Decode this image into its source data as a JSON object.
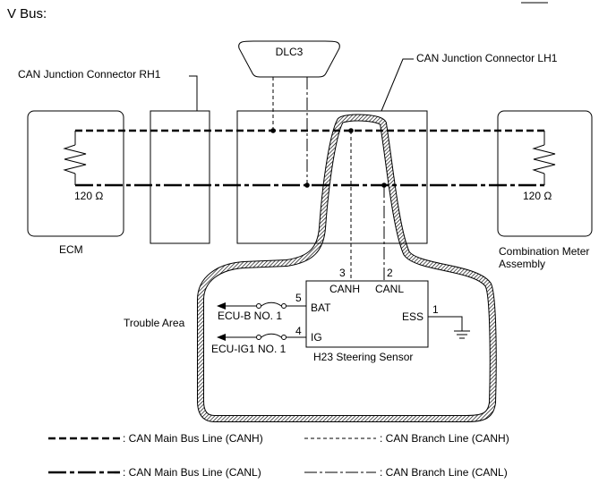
{
  "title": "V Bus:",
  "components": {
    "dlc3": "DLC3",
    "junction_rh1": "CAN Junction Connector RH1",
    "junction_lh1": "CAN Junction Connector LH1",
    "ecm": "ECM",
    "combination_meter_line1": "Combination Meter",
    "combination_meter_line2": "Assembly",
    "resistor_left": "120 Ω",
    "resistor_right": "120 Ω"
  },
  "steering_sensor": {
    "name": "H23   Steering Sensor",
    "pins": [
      {
        "num": "3",
        "label": "CANH"
      },
      {
        "num": "2",
        "label": "CANL"
      },
      {
        "num": "5",
        "label": "BAT"
      },
      {
        "num": "4",
        "label": "IG"
      },
      {
        "num": "1",
        "label": "ESS"
      }
    ],
    "fuses": [
      "ECU-B NO. 1",
      "ECU-IG1 NO. 1"
    ]
  },
  "trouble_area": "Trouble Area",
  "legend": [
    {
      "style": "main-canh",
      "label": ": CAN Main Bus Line (CANH)"
    },
    {
      "style": "branch-canh",
      "label": ": CAN Branch Line (CANH)"
    },
    {
      "style": "main-canl",
      "label": ": CAN Main Bus Line (CANL)"
    },
    {
      "style": "branch-canl",
      "label": ": CAN Branch Line (CANL)"
    }
  ],
  "colors": {
    "line": "#000000",
    "background": "#ffffff"
  }
}
